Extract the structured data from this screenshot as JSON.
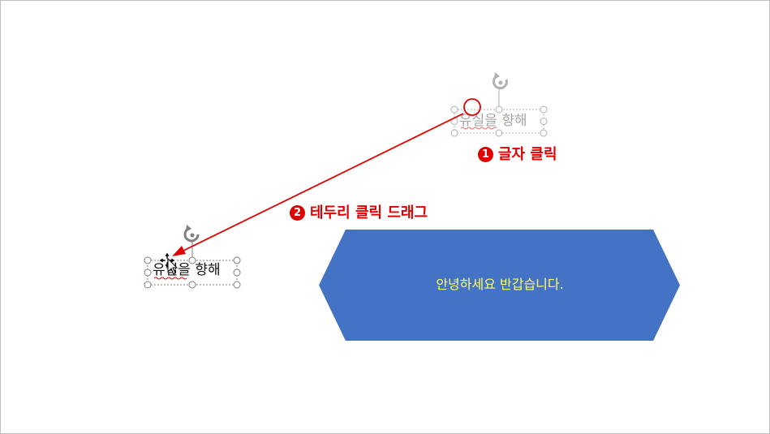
{
  "slide": {
    "ghost_textbox_text": "유실을 향해",
    "textbox_text": "유실을 향해",
    "shape_text": "안녕하세요 반갑습니다."
  },
  "annotations": {
    "step1_number": "1",
    "step1_label": "글자 클릭",
    "step2_number": "2",
    "step2_label": "테두리 클릭 드래그"
  },
  "colors": {
    "annotation_red": "#e00000",
    "shape_fill": "#4472c4",
    "shape_text": "#ffff66",
    "ghost_gray": "#a6a6a6"
  },
  "icons": {
    "rotate_handle": "rotate-icon",
    "move_cursor": "move-cursor-icon",
    "pointer_cursor": "pointer-cursor-icon"
  }
}
